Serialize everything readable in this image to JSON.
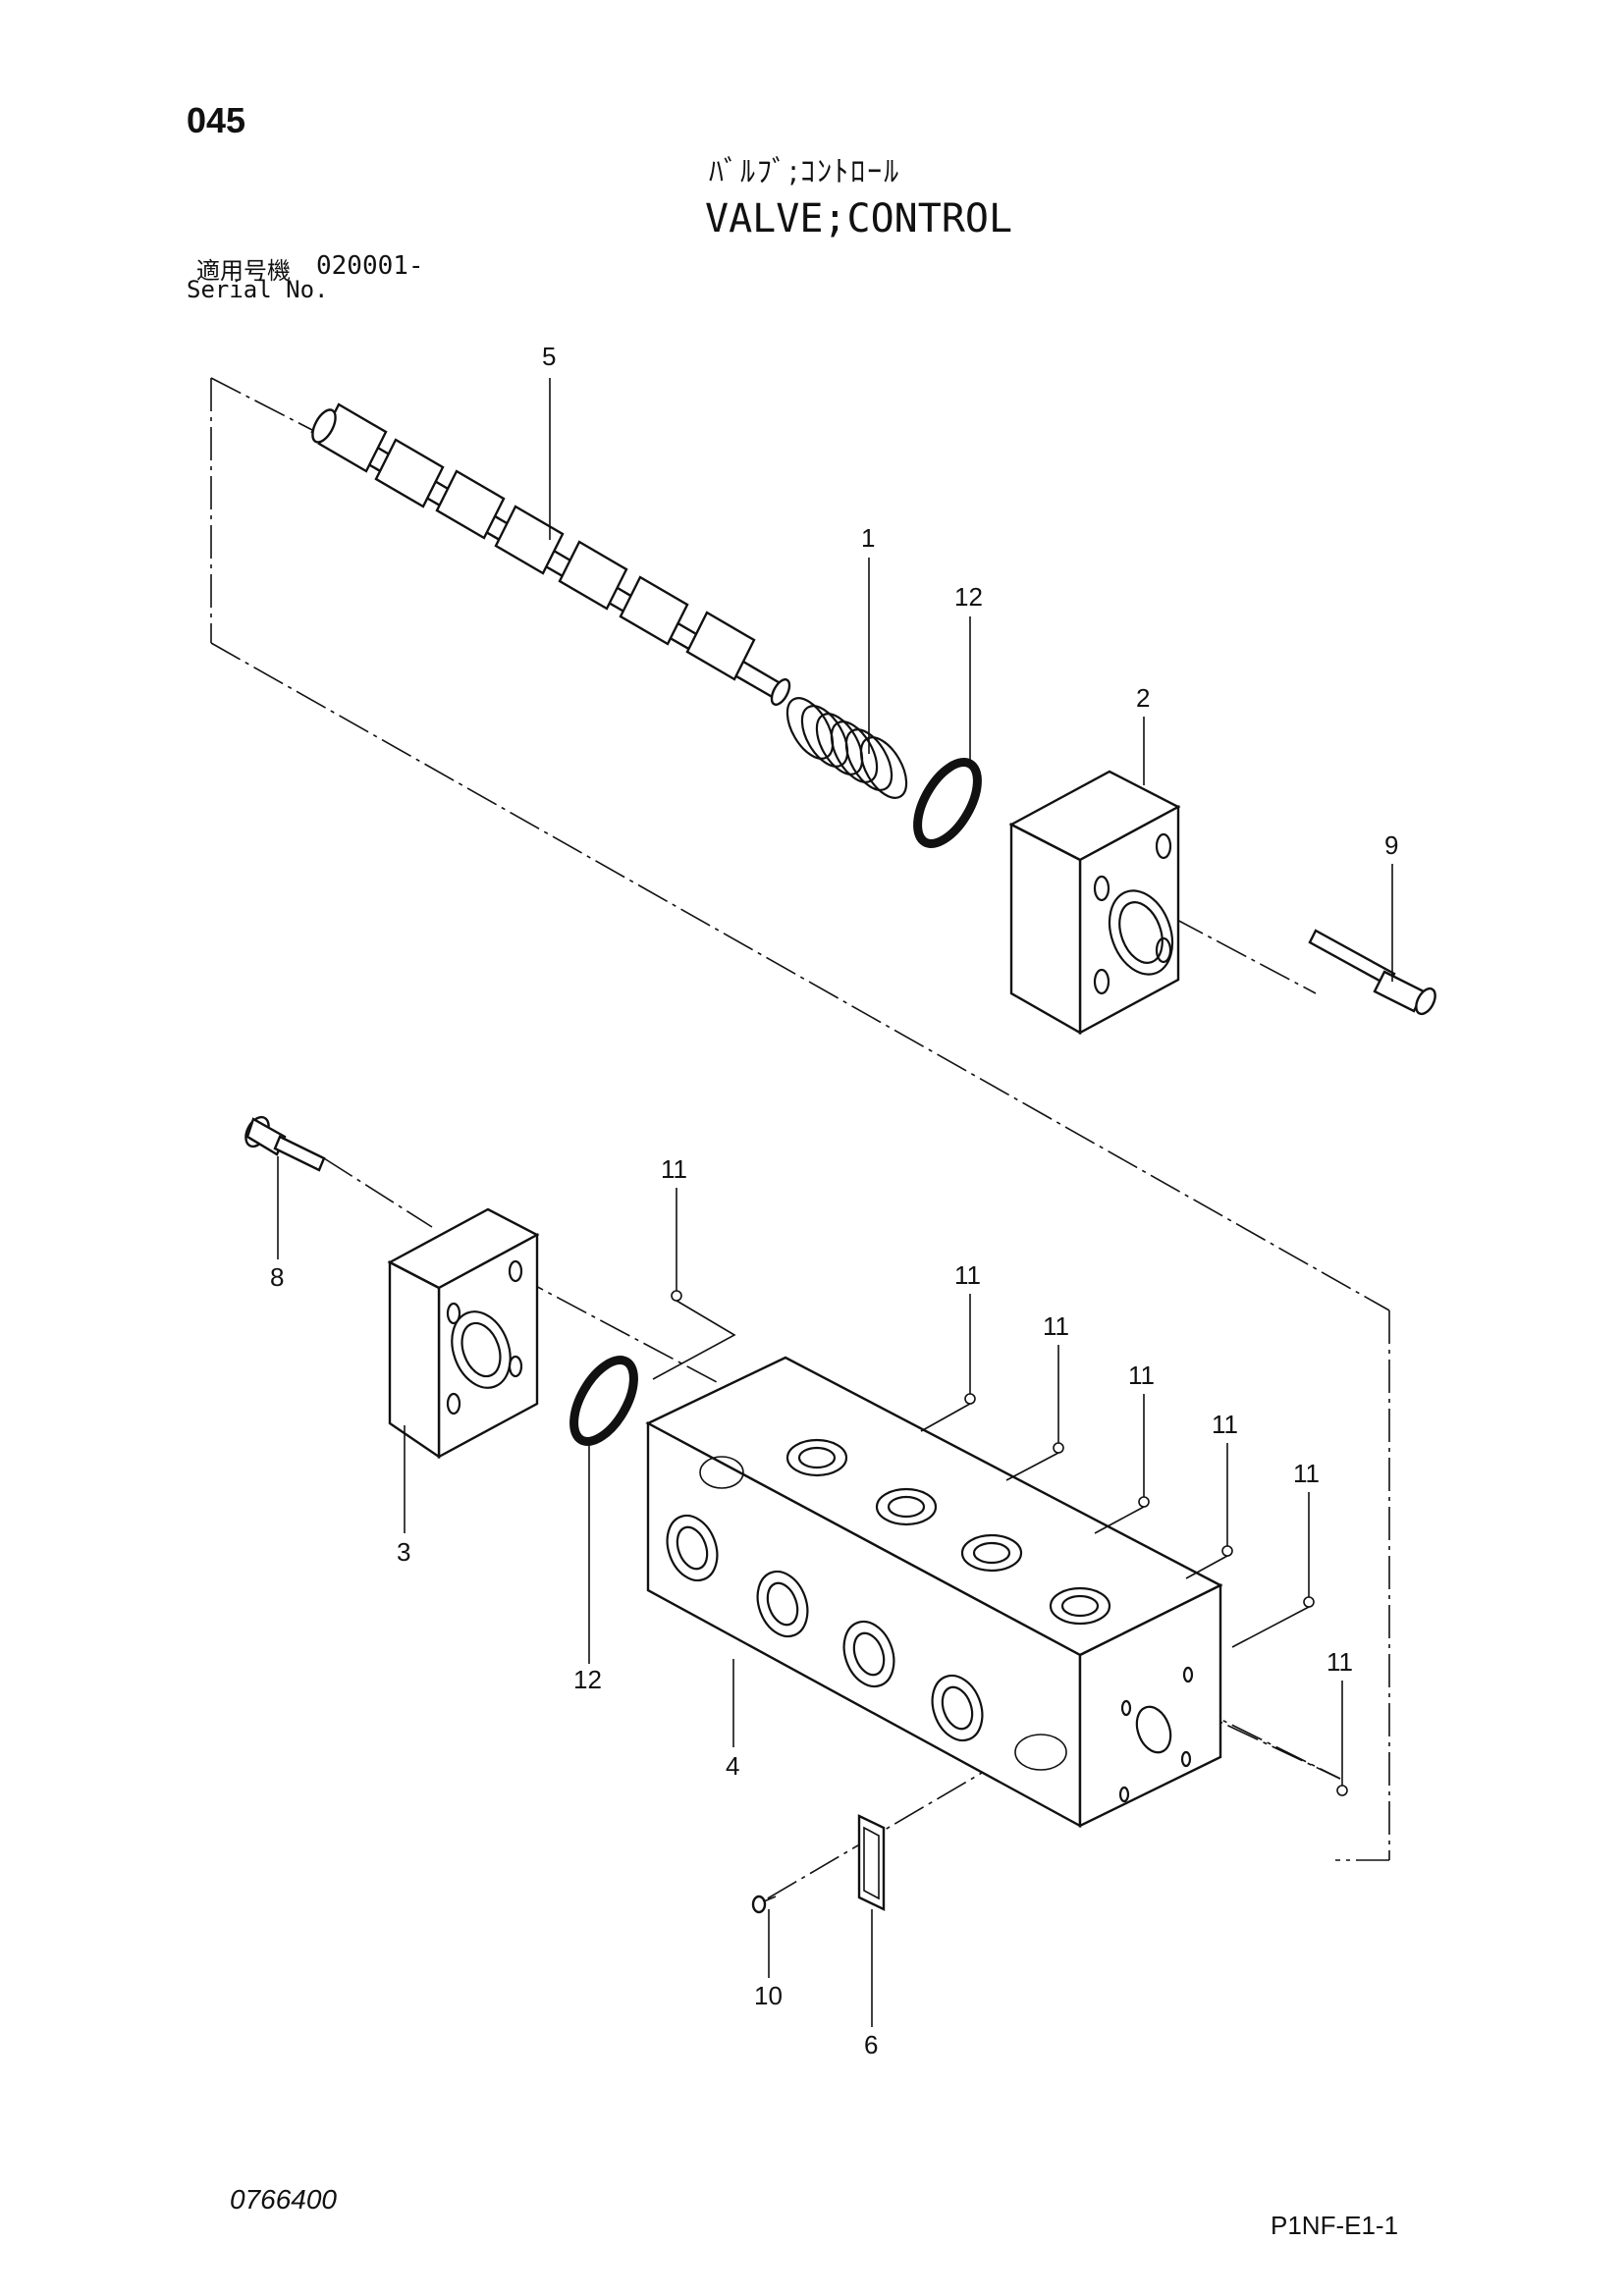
{
  "header": {
    "page_number": "045",
    "title_jp": "ﾊﾞﾙﾌﾞ;ｺﾝﾄﾛｰﾙ",
    "title_en": "VALVE;CONTROL",
    "serial_label_jp": "適用号機",
    "serial_value": "020001-",
    "serial_label_en": "Serial No."
  },
  "callouts": {
    "c1": "1",
    "c2": "2",
    "c3": "3",
    "c4": "4",
    "c5": "5",
    "c6": "6",
    "c8": "8",
    "c9": "9",
    "c10": "10",
    "c11": "11",
    "c12": "12"
  },
  "footer": {
    "doc_code": "0766400",
    "page_code": "P1NF-E1-1"
  }
}
